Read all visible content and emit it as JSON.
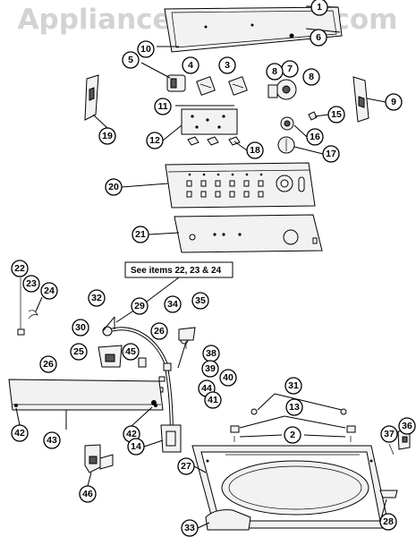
{
  "watermark": "AppliancePartsPros.com",
  "note": "See items 22, 23 & 24",
  "callouts": [
    "1",
    "6",
    "10",
    "5",
    "4",
    "3",
    "7",
    "8",
    "8",
    "9",
    "11",
    "12",
    "15",
    "16",
    "17",
    "18",
    "19",
    "20",
    "21",
    "22",
    "23",
    "24",
    "32",
    "29",
    "34",
    "35",
    "30",
    "26",
    "25",
    "45",
    "38",
    "26",
    "39",
    "40",
    "44",
    "41",
    "42",
    "43",
    "42",
    "31",
    "13",
    "2",
    "14",
    "36",
    "37",
    "27",
    "46",
    "28",
    "33"
  ]
}
